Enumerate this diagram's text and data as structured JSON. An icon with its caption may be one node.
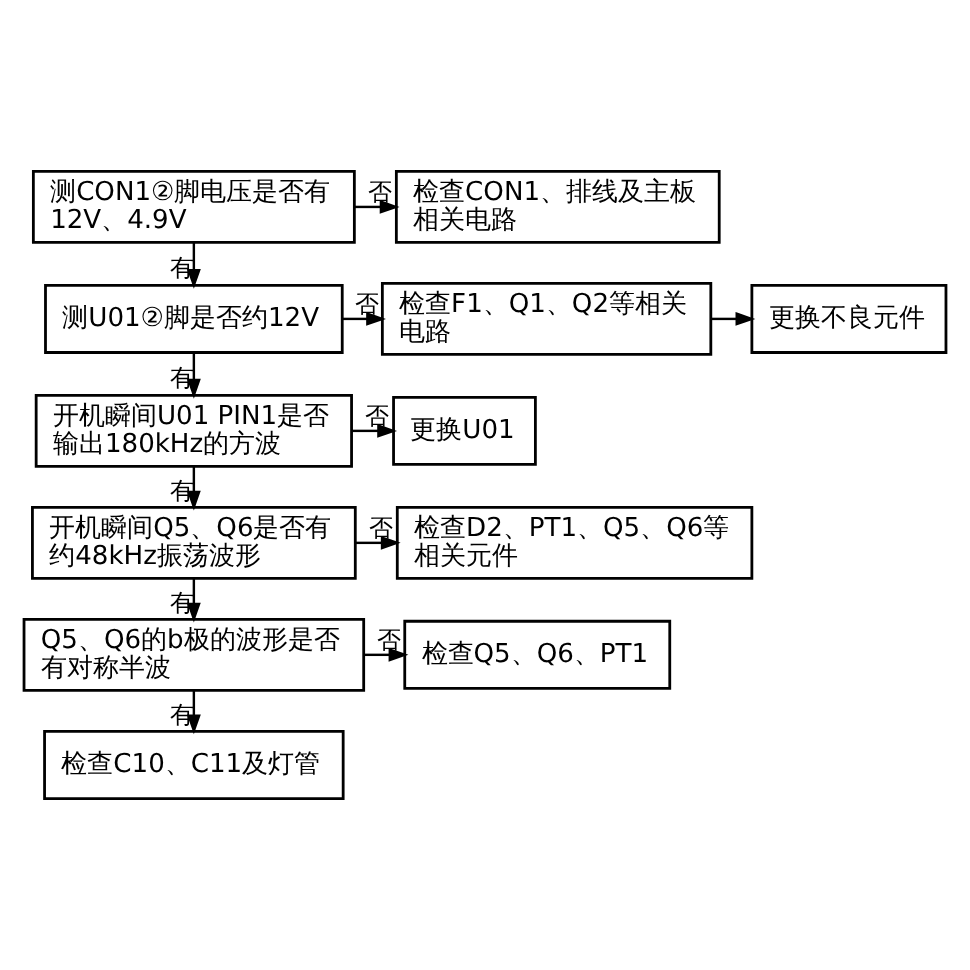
{
  "diagram": {
    "nodes": [
      {
        "text": [
          "测CON1②脚电压是否有12V、4.9V"
        ]
      },
      {
        "text": [
          "检查CON1、排线及主板相关电路"
        ]
      },
      {
        "text": [
          "测U01②脚是否约12V"
        ]
      },
      {
        "text": [
          "检查F1、Q1、Q2等相关电路"
        ]
      },
      {
        "text": [
          "更换不良元件"
        ]
      },
      {
        "text": [
          "开机瞬间U01 PIN1是否输出180kHz的方波"
        ]
      },
      {
        "text": [
          "更换U01"
        ]
      },
      {
        "text": [
          "开机瞬间Q5、Q6是否有约48kHz振荡波形"
        ]
      },
      {
        "text": [
          "检查D2、PT1、Q5、Q6等相关元件"
        ]
      },
      {
        "text": [
          "Q5、Q6的b极的波形是否有对称半波"
        ]
      },
      {
        "text": [
          "检查Q5、Q6、PT1"
        ]
      },
      {
        "text": [
          "检查C10、C11及灯管"
        ]
      }
    ],
    "edges": [
      {
        "from": 0,
        "to": 1,
        "arrow": "to",
        "label": "否"
      },
      {
        "from": 0,
        "to": 2,
        "arrow": "to",
        "label": "有"
      },
      {
        "from": 2,
        "to": 3,
        "arrow": "to",
        "label": "否"
      },
      {
        "from": 3,
        "to": 4,
        "arrow": "to"
      },
      {
        "from": 2,
        "to": 5,
        "arrow": "to",
        "label": "有"
      },
      {
        "from": 5,
        "to": 6,
        "arrow": "to",
        "label": "否"
      },
      {
        "from": 5,
        "to": 7,
        "arrow": "to",
        "label": "有"
      },
      {
        "from": 7,
        "to": 8,
        "arrow": "to",
        "label": "否"
      },
      {
        "from": 7,
        "to": 9,
        "arrow": "to",
        "label": "有"
      },
      {
        "from": 9,
        "to": 10,
        "arrow": "to",
        "label": "否"
      },
      {
        "from": 9,
        "to": 11,
        "arrow": "to",
        "label": "有"
      }
    ]
  }
}
